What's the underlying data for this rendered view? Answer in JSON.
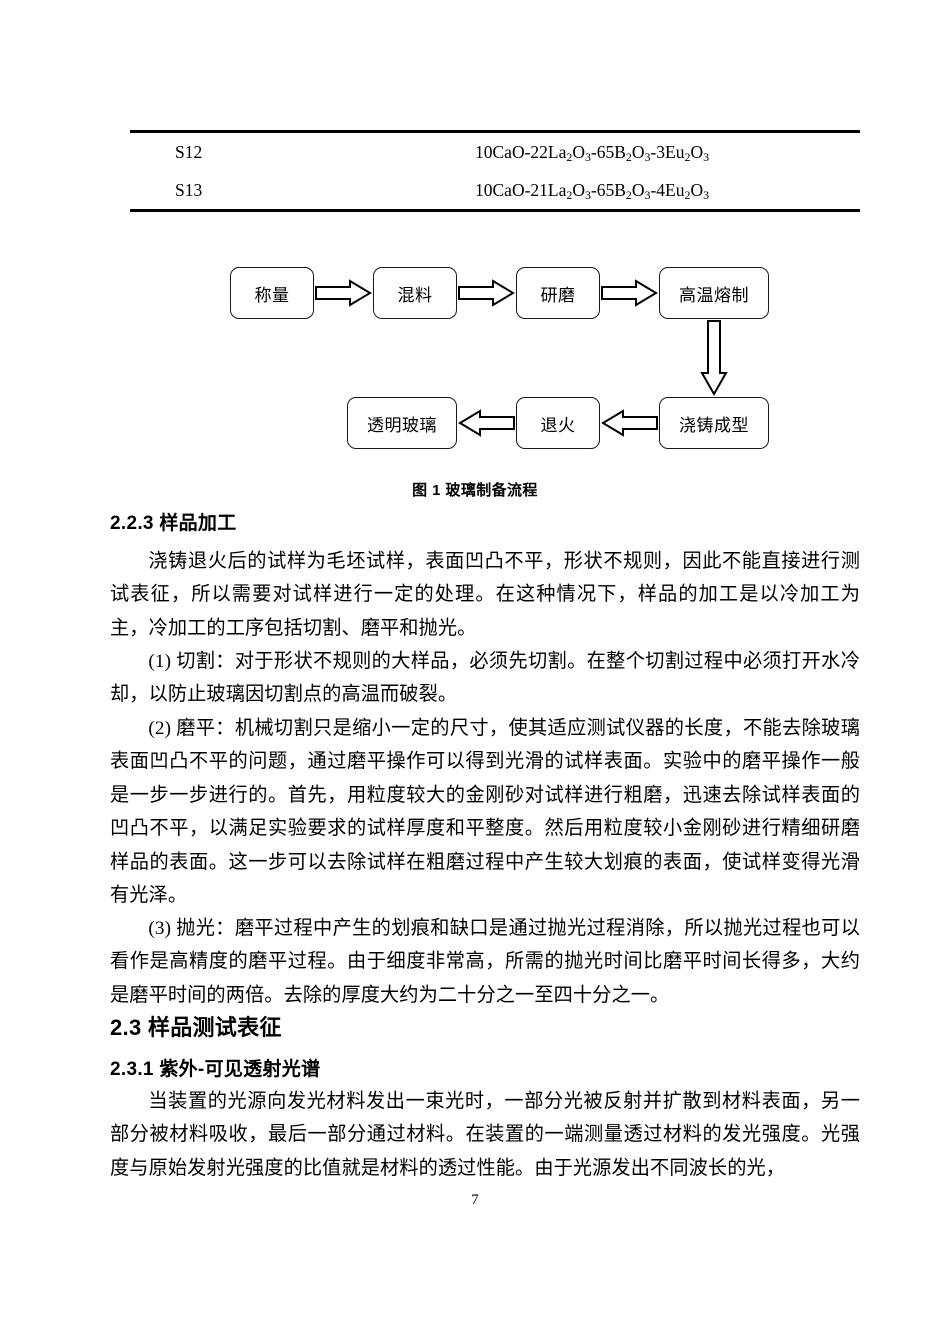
{
  "page": {
    "number": "7"
  },
  "table": {
    "rows": [
      {
        "id": "S12",
        "formula_parts": [
          {
            "t": "10CaO-22La"
          },
          {
            "sub": "2"
          },
          {
            "t": "O"
          },
          {
            "sub": "3"
          },
          {
            "t": "-65B"
          },
          {
            "sub": "2"
          },
          {
            "t": "O"
          },
          {
            "sub": "3"
          },
          {
            "t": "-3Eu"
          },
          {
            "sub": "2"
          },
          {
            "t": "O"
          },
          {
            "sub": "3"
          }
        ],
        "formula_text": "10CaO-22La2O3-65B2O3-3Eu2O3"
      },
      {
        "id": "S13",
        "formula_parts": [
          {
            "t": "10CaO-21La"
          },
          {
            "sub": "2"
          },
          {
            "t": "O"
          },
          {
            "sub": "3"
          },
          {
            "t": "-65B"
          },
          {
            "sub": "2"
          },
          {
            "t": "O"
          },
          {
            "sub": "3"
          },
          {
            "t": "-4Eu"
          },
          {
            "sub": "2"
          },
          {
            "t": "O"
          },
          {
            "sub": "3"
          }
        ],
        "formula_text": "10CaO-21La2O3-65B2O3-4Eu2O3"
      }
    ]
  },
  "flowchart": {
    "caption": "图 1 玻璃制备流程",
    "nodes": [
      {
        "key": "weigh",
        "label": "称量"
      },
      {
        "key": "mix",
        "label": "混料"
      },
      {
        "key": "grind",
        "label": "研磨"
      },
      {
        "key": "melt",
        "label": "高温熔制"
      },
      {
        "key": "cast",
        "label": "浇铸成型"
      },
      {
        "key": "anneal",
        "label": "退火"
      },
      {
        "key": "glass",
        "label": "透明玻璃"
      }
    ],
    "edges": [
      {
        "from": "weigh",
        "to": "mix",
        "direction": "right"
      },
      {
        "from": "mix",
        "to": "grind",
        "direction": "right"
      },
      {
        "from": "grind",
        "to": "melt",
        "direction": "right"
      },
      {
        "from": "melt",
        "to": "cast",
        "direction": "down"
      },
      {
        "from": "cast",
        "to": "anneal",
        "direction": "left"
      },
      {
        "from": "anneal",
        "to": "glass",
        "direction": "left"
      }
    ]
  },
  "headings": {
    "h_2_2_3": "2.2.3 样品加工",
    "h_2_3": "2.3 样品测试表征",
    "h_2_3_1": "2.3.1 紫外-可见透射光谱"
  },
  "paragraphs": {
    "p1": "浇铸退火后的试样为毛坯试样，表面凹凸不平，形状不规则，因此不能直接进行测试表征，所以需要对试样进行一定的处理。在这种情况下，样品的加工是以冷加工为主，冷加工的工序包括切割、磨平和抛光。",
    "p2": "(1) 切割：对于形状不规则的大样品，必须先切割。在整个切割过程中必须打开水冷却，以防止玻璃因切割点的高温而破裂。",
    "p3": "(2) 磨平：机械切割只是缩小一定的尺寸，使其适应测试仪器的长度，不能去除玻璃表面凹凸不平的问题，通过磨平操作可以得到光滑的试样表面。实验中的磨平操作一般是一步一步进行的。首先，用粒度较大的金刚砂对试样进行粗磨，迅速去除试样表面的凹凸不平，以满足实验要求的试样厚度和平整度。然后用粒度较小金刚砂进行精细研磨样品的表面。这一步可以去除试样在粗磨过程中产生较大划痕的表面，使试样变得光滑有光泽。",
    "p4": "(3) 抛光：磨平过程中产生的划痕和缺口是通过抛光过程消除，所以抛光过程也可以看作是高精度的磨平过程。由于细度非常高，所需的抛光时间比磨平时间长得多，大约是磨平时间的两倍。去除的厚度大约为二十分之一至四十分之一。",
    "p5": "当装置的光源向发光材料发出一束光时，一部分光被反射并扩散到材料表面，另一部分被材料吸收，最后一部分通过材料。在装置的一端测量透过材料的发光强度。光强度与原始发射光强度的比值就是材料的透过性能。由于光源发出不同波长的光，"
  }
}
